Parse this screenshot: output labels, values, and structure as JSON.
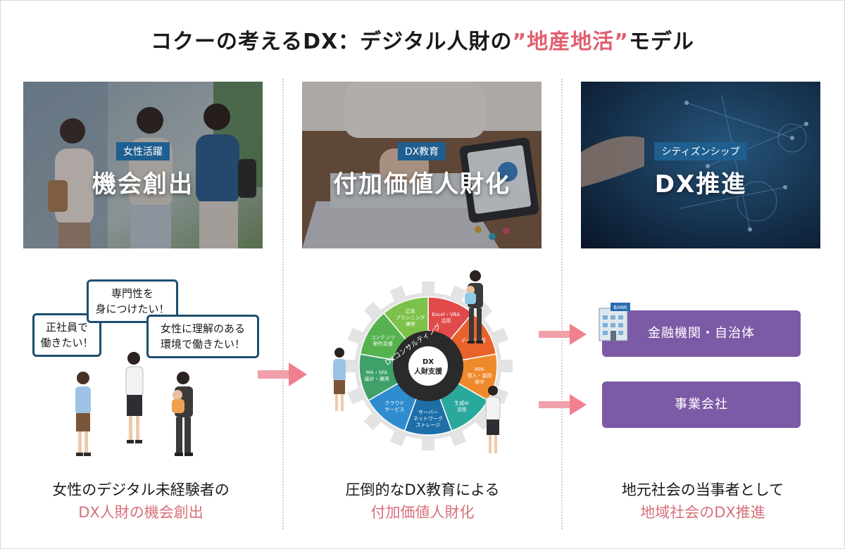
{
  "title": {
    "part1": "コクーの考えるDX：デジタル人財の",
    "accent": "”地産地活”",
    "part2": "モデル"
  },
  "columns": [
    {
      "tag": "女性活躍",
      "headline": "機会創出",
      "caption_line1": "女性のデジタル未経験者の",
      "caption_line2": "DX人財の機会創出"
    },
    {
      "tag": "DX教育",
      "headline": "付加価値人財化",
      "caption_line1": "圧倒的なDX教育による",
      "caption_line2": "付加価値人財化"
    },
    {
      "tag": "シティズンシップ",
      "headline": "DX推進",
      "caption_line1": "地元社会の当事者として",
      "caption_line2": "地域社会のDX推進"
    }
  ],
  "bubbles": {
    "b1_line1": "正社員で",
    "b1_line2": "働きたい！",
    "b2_line1": "専門性を",
    "b2_line2": "身につけたい！",
    "b3_line1": "女性に理解のある",
    "b3_line2": "環境で働きたい！"
  },
  "wheel": {
    "ring_label": "DXコンサルティング",
    "center_line1": "DX",
    "center_line2": "人財支援",
    "segments": [
      {
        "l1": "Excel・VBA",
        "l2": "活用",
        "l3": "",
        "color": "#e04a4a"
      },
      {
        "l1": "データ活用",
        "l2": "",
        "l3": "",
        "color": "#e8622c"
      },
      {
        "l1": "RPA",
        "l2": "導入・運用",
        "l3": "保守",
        "color": "#ef8a2c"
      },
      {
        "l1": "生成AI",
        "l2": "活用",
        "l3": "",
        "color": "#2aa89c"
      },
      {
        "l1": "サーバー",
        "l2": "ネットワーク",
        "l3": "ストレージ",
        "color": "#1e6fa8"
      },
      {
        "l1": "クラウド",
        "l2": "サービス",
        "l3": "",
        "color": "#2f8ccf"
      },
      {
        "l1": "MA・SFA",
        "l2": "設計・運用",
        "l3": "",
        "color": "#3fa06a"
      },
      {
        "l1": "コンテンツ",
        "l2": "制作支援",
        "l3": "",
        "color": "#56b24f"
      },
      {
        "l1": "広告",
        "l2": "プランニング",
        "l3": "運用",
        "color": "#7cc24a"
      }
    ]
  },
  "targets": {
    "bank_sign": "BANK",
    "t1": "金融機関・自治体",
    "t2": "事業会社"
  },
  "colors": {
    "accent_pink": "#e06070",
    "caption_pink": "#d6707a",
    "tag_blue": "#1f5f8f",
    "bubble_border": "#1d4f6e",
    "target_purple": "#7b5aa6",
    "arrow_pink": "#f08a98"
  }
}
